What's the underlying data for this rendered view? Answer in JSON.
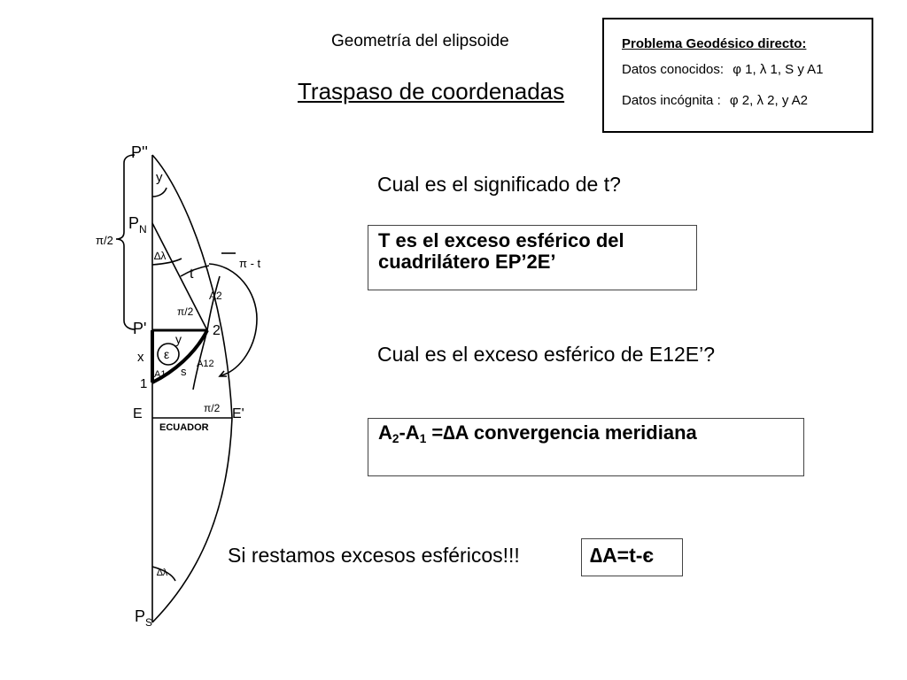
{
  "header": {
    "subtitle": "Geometría del elipsoide",
    "title": "Traspaso de coordenadas"
  },
  "data_box": {
    "heading": "Problema Geodésico directo:",
    "known_label": "Datos conocidos:",
    "known_values": "φ 1, λ 1, S y A1",
    "unknown_label": "Datos incógnita :",
    "unknown_values": "φ 2, λ 2, y A2"
  },
  "questions": {
    "q1": "Cual es el significado de t?",
    "a1": "T es el exceso esférico del cuadrilátero EP’2E’",
    "q2": "Cual es el exceso esférico de E12E’?",
    "a2_prefix": "A",
    "a2_sub2": "2",
    "a2_mid": "-A",
    "a2_sub1": "1",
    "a2_suffix": " =∆A convergencia meridiana",
    "q3": "Si restamos excesos esféricos!!!",
    "a3": "∆A=t-є"
  },
  "diagram": {
    "labels": {
      "p_double": "P''",
      "p_n": "P",
      "p_n_sub": "N",
      "p_prime": "P'",
      "pi_half": "π/2",
      "y_top": "y",
      "delta_top": "∆λ",
      "t": "t",
      "pi_minus_t": "π - t",
      "a2": "A2",
      "pi_half_inner": "π/2",
      "two": "2",
      "y_mid": "y",
      "x": "x",
      "epsilon": "ε",
      "one": "1",
      "a1": "A1",
      "s": "s",
      "a12": "A12",
      "e": "E",
      "e_prime": "E'",
      "pi_half_eq": "π/2",
      "ecuador": "ECUADOR",
      "delta_bottom": "∆λ",
      "p_s": "P",
      "p_s_sub": "S"
    }
  }
}
